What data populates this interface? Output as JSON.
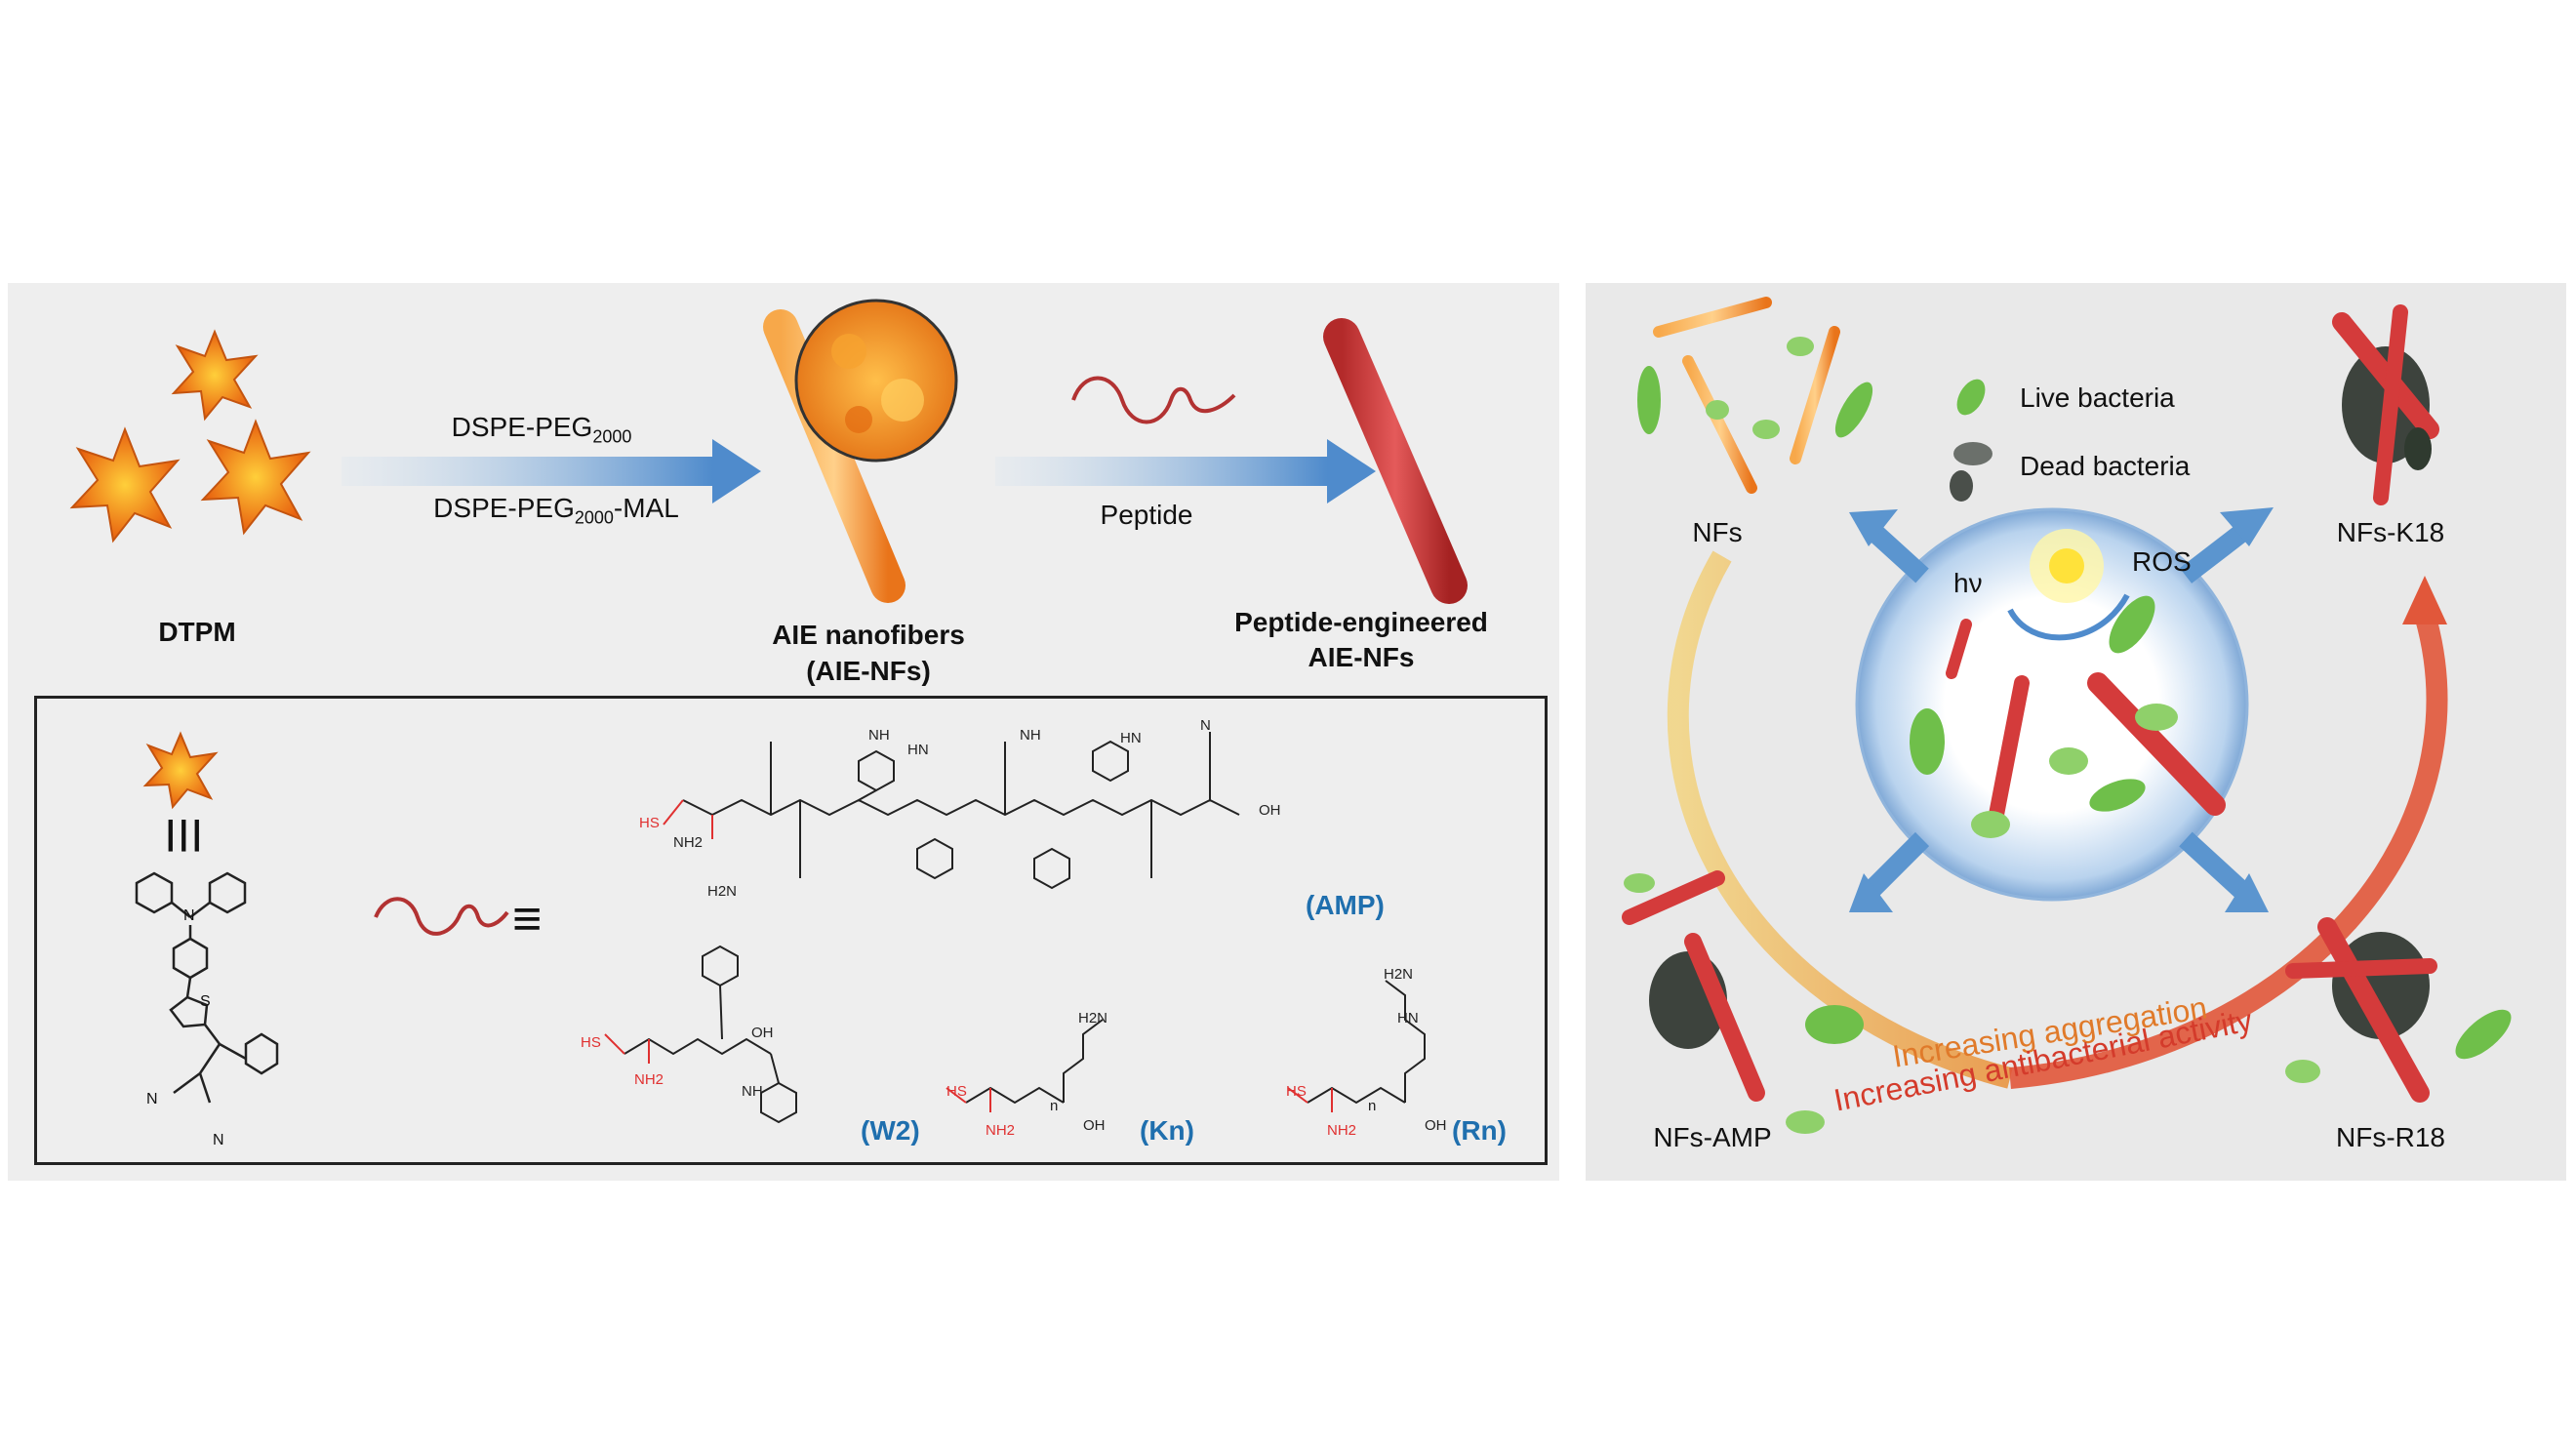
{
  "synthesis": {
    "dtpm_label": "DTPM",
    "reagent_top": "DSPE-PEG",
    "reagent_top_sub": "2000",
    "reagent_bottom_pre": "DSPE-PEG",
    "reagent_bottom_sub": "2000",
    "reagent_bottom_post": "-MAL",
    "nanofiber_label_1": "AIE nanofibers",
    "nanofiber_label_2": "(AIE-NFs)",
    "peptide_step": "Peptide",
    "engineered_label_1": "Peptide-engineered",
    "engineered_label_2": "AIE-NFs"
  },
  "structures": {
    "equiv_symbol": "|||",
    "peptide_equiv": "≡",
    "amp": "(AMP)",
    "w2": "(W2)",
    "kn": "(Kn)",
    "rn": "(Rn)",
    "dtpm_atoms": [
      "N",
      "S",
      "N",
      "N"
    ],
    "atom_labels": [
      "NH",
      "NH2",
      "HS",
      "OH",
      "H2N",
      "HN",
      "N",
      "O",
      "n",
      "H"
    ]
  },
  "legend": {
    "live": "Live bacteria",
    "dead": "Dead bacteria"
  },
  "mechanism": {
    "light": "hν",
    "ros": "ROS",
    "nfs": "NFs",
    "nfs_k18": "NFs-K18",
    "nfs_amp": "NFs-AMP",
    "nfs_r18": "NFs-R18",
    "trend_aggregation": "Increasing aggregation",
    "trend_activity": "Increasing antibacterial activity"
  },
  "colors": {
    "orange": "#f28a1e",
    "red_fiber": "#d43b3b",
    "arrow_blue": "#5b95cf",
    "bacteria_green": "#6fbf4a",
    "dead_gray": "#4a4f4a",
    "label_blue": "#1f6fae",
    "heteroatom_red": "#e03030"
  }
}
